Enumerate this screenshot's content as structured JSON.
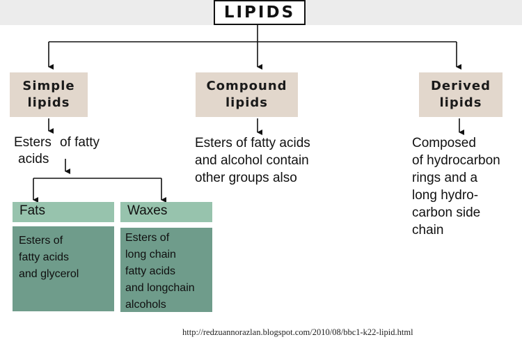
{
  "title": "LIPIDS",
  "categories": [
    {
      "label": "Simple\nlipids",
      "description_1": "Esters",
      "description_2": "of fatty",
      "description_3": "acids"
    },
    {
      "label": "Compound\nlipids",
      "description": "Esters of fatty acids\nand alcohol contain\nother groups also"
    },
    {
      "label": "Derived\nlipids",
      "description": "Composed\nof hydrocarbon\nrings and a\nlong hydro-\ncarbon side\nchain"
    }
  ],
  "subtypes": [
    {
      "label": "Fats",
      "description": "Esters of\nfatty acids\nand glycerol"
    },
    {
      "label": "Waxes",
      "description": "Esters   of\nlong chain\nfatty acids\nand longchain\nalcohols"
    }
  ],
  "source": "http://redzuannorazlan.blogspot.com/2010/08/bbc1-k22-lipid.html",
  "colors": {
    "category_box": "#e2d7cc",
    "subtype_header": "#97c3ad",
    "subtype_body": "#6f9c8b"
  }
}
